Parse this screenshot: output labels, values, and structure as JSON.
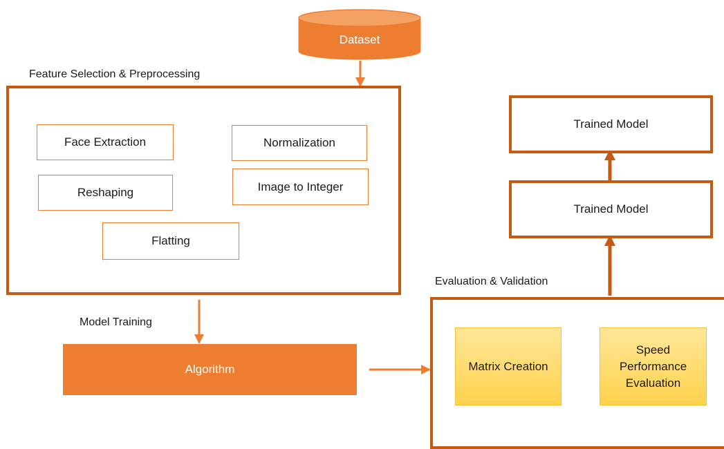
{
  "dataset": {
    "label": "Dataset"
  },
  "preprocessing": {
    "title": "Feature Selection & Preprocessing",
    "steps": {
      "face_extraction": "Face Extraction",
      "normalization": "Normalization",
      "image_to_integer": "Image to Integer",
      "reshaping": "Reshaping",
      "flatting": "Flatting"
    }
  },
  "training": {
    "title": "Model Training",
    "algorithm": "Algorithm"
  },
  "evaluation": {
    "title": "Evaluation & Validation",
    "matrix_creation": "Matrix Creation",
    "speed_line1": "Speed",
    "speed_line2": "Performance",
    "speed_line3": "Evaluation"
  },
  "models": {
    "top": "Trained Model",
    "bottom": "Trained Model"
  },
  "colors": {
    "accent": "#ED7D31",
    "dark_border": "#C55A11",
    "eval_fill": "#FFD966"
  }
}
